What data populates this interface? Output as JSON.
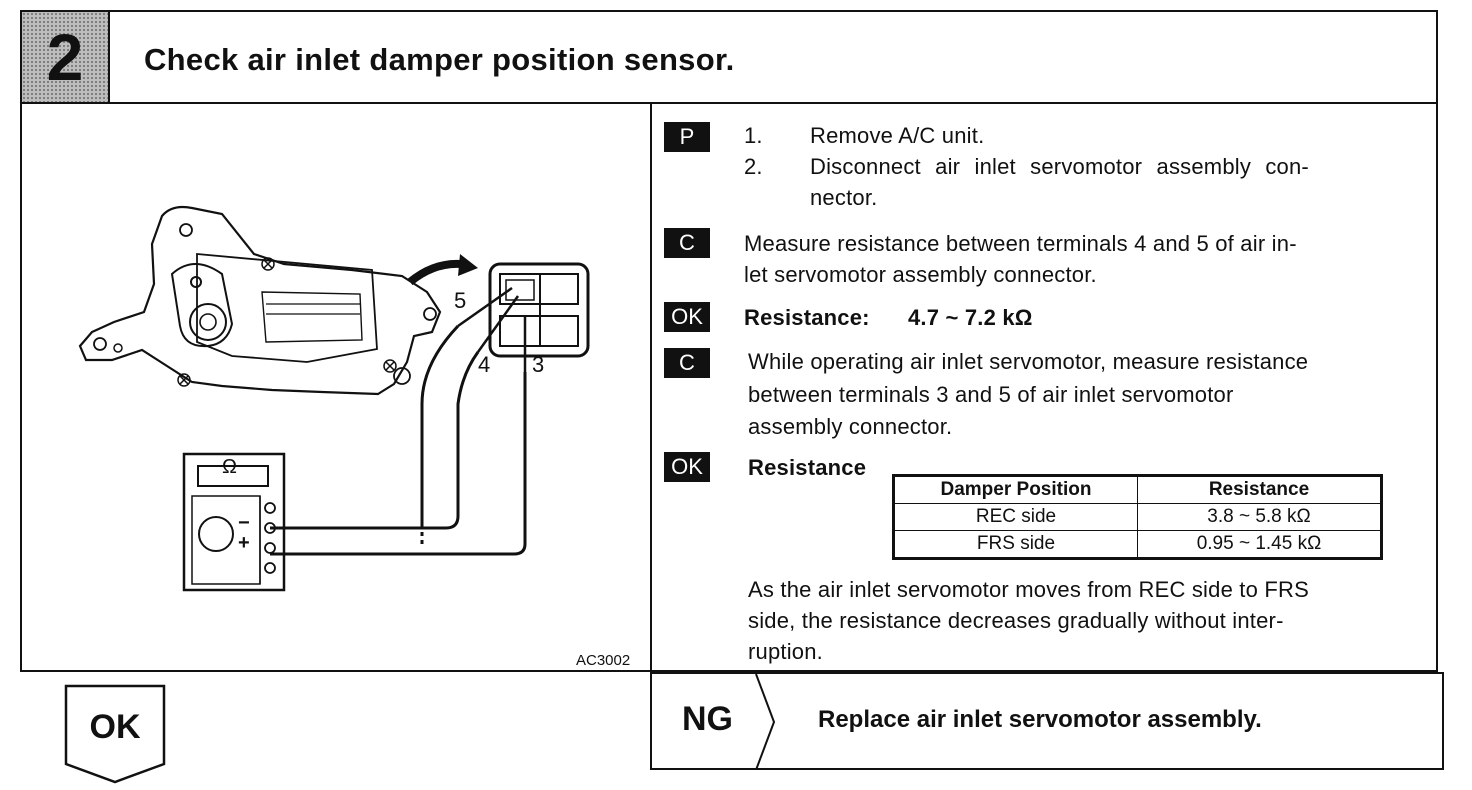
{
  "header": {
    "step_number": "2",
    "title": "Check air inlet damper position sensor."
  },
  "figure": {
    "code": "AC3002",
    "meter_symbol": "Ω",
    "terminal_labels": [
      "5",
      "4",
      "3"
    ],
    "minus_sign": "−",
    "plus_sign": "+"
  },
  "instructions": {
    "p_tag": "P",
    "p_step1_num": "1.",
    "p_step1_text": "Remove A/C unit.",
    "p_step2_num": "2.",
    "p_step2_line1": "Disconnect air inlet servomotor assembly con-",
    "p_step2_line2": "nector.",
    "c1_tag": "C",
    "c1_line1": "Measure resistance between terminals 4 and 5 of air in-",
    "c1_line2": "let servomotor assembly connector.",
    "ok1_tag": "OK",
    "ok1_label": "Resistance:",
    "ok1_value": "4.7 ~ 7.2 kΩ",
    "c2_tag": "C",
    "c2_line1": "While operating air inlet servomotor, measure resistance",
    "c2_line2": "between terminals 3 and 5 of air inlet servomotor",
    "c2_line3": "assembly connector.",
    "ok2_tag": "OK",
    "ok2_label": "Resistance",
    "table": {
      "headers": [
        "Damper Position",
        "Resistance"
      ],
      "rows": [
        [
          "REC side",
          "3.8 ~ 5.8 kΩ"
        ],
        [
          "FRS side",
          "0.95 ~ 1.45 kΩ"
        ]
      ]
    },
    "note_line1": "As the air inlet servomotor moves from REC side to FRS",
    "note_line2": "side, the resistance decreases gradually without inter-",
    "note_line3": "ruption."
  },
  "footer": {
    "ok_label": "OK",
    "ng_label": "NG",
    "ng_action": "Replace air inlet servomotor assembly."
  }
}
